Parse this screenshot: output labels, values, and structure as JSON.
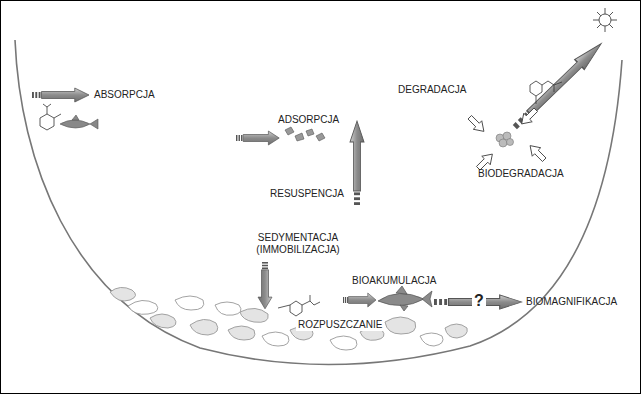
{
  "diagram": {
    "labels": [
      "ABSORPCJA",
      "DEGRADACJA",
      "ADSORPCJA",
      "RESUSPENCJA",
      "BIODEGRADACJA",
      "SEDYMENTACJA (IMMOBILIZACJA)",
      "BIOAKUMULACJA",
      "?",
      "BIOMAGNIFIKACJA",
      "ROZPUSZCZANIE"
    ]
  }
}
